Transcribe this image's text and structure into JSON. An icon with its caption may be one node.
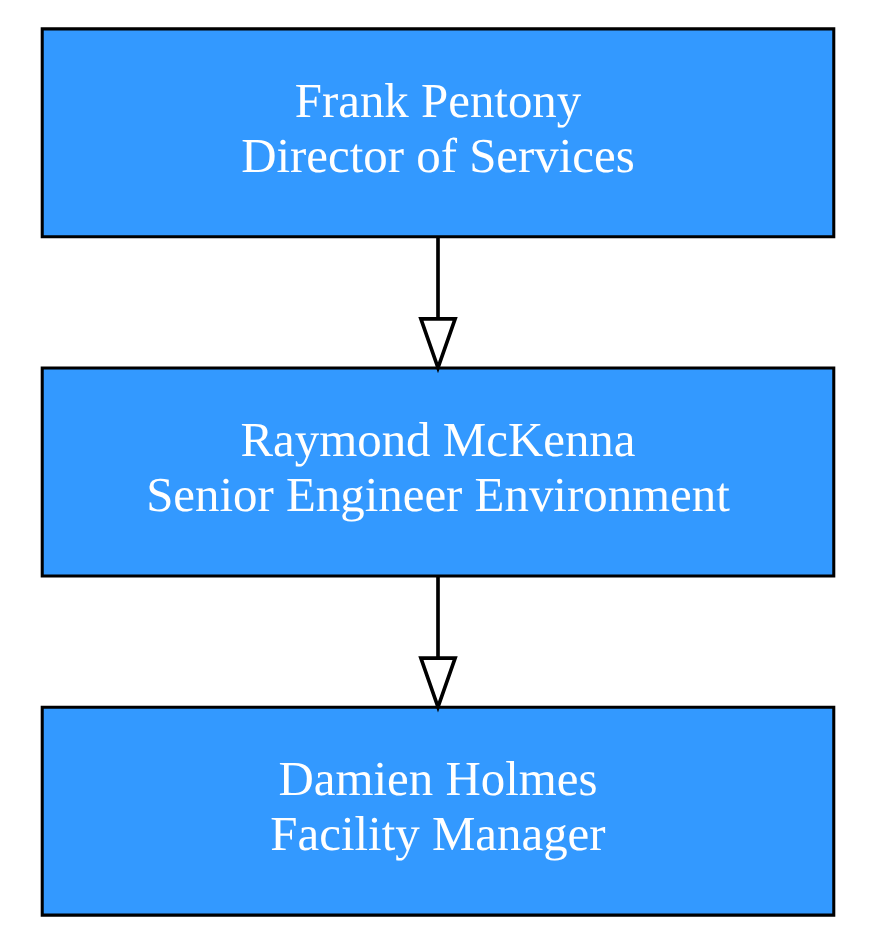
{
  "diagram": {
    "nodes": [
      {
        "text": [
          "Frank Pentony",
          "Director of Services"
        ]
      },
      {
        "text": [
          "Raymond McKenna",
          "Senior Engineer Environment"
        ]
      },
      {
        "text": [
          "Damien Holmes",
          "Facility Manager"
        ]
      }
    ],
    "edges": [
      {
        "from": 0,
        "to": 1,
        "arrow": "to"
      },
      {
        "from": 1,
        "to": 2,
        "arrow": "to"
      }
    ]
  }
}
